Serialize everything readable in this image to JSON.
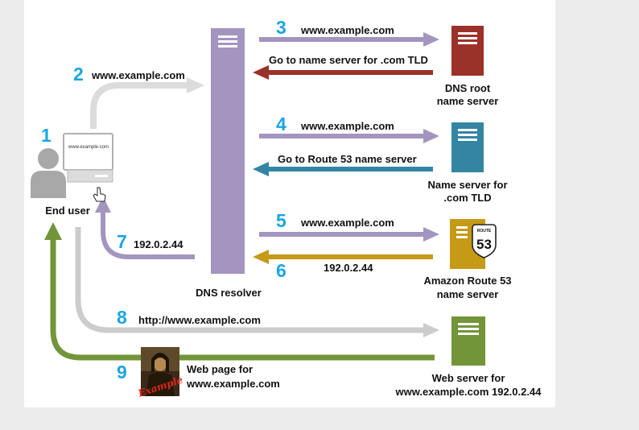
{
  "steps": {
    "s1": {
      "num": "1",
      "label": "End user"
    },
    "s2": {
      "num": "2",
      "label": "www.example.com"
    },
    "s3": {
      "num": "3",
      "label": "www.example.com",
      "reply": "Go to name server for .com TLD"
    },
    "s4": {
      "num": "4",
      "label": "www.example.com",
      "reply": "Go to Route 53 name server"
    },
    "s5": {
      "num": "5",
      "label": "www.example.com"
    },
    "s6": {
      "num": "6",
      "label": "192.0.2.44"
    },
    "s7": {
      "num": "7",
      "label": "192.0.2.44"
    },
    "s8": {
      "num": "8",
      "label": "http://www.example.com"
    },
    "s9": {
      "num": "9",
      "label_line1": "Web page for",
      "label_line2": "www.example.com"
    }
  },
  "nodes": {
    "browser_url": "www.example.com",
    "resolver": "DNS resolver",
    "dns_root": {
      "line1": "DNS root",
      "line2": "name server"
    },
    "tld": {
      "line1": "Name server for",
      "line2": ".com TLD"
    },
    "route53": {
      "line1": "Amazon Route 53",
      "line2": "name server",
      "badge_top": "ROUTE",
      "badge_num": "53"
    },
    "webserver": {
      "line1": "Web server for",
      "line2": "www.example.com 192.0.2.44"
    },
    "thumbnail_text": "Example"
  },
  "colors": {
    "step_number": "#1aa6e0",
    "resolver": "#a395bf",
    "dns_root": "#9b3229",
    "tld": "#3385a3",
    "route53": "#c49a16",
    "webserver": "#73953a",
    "user_grey": "#a8a8a8"
  },
  "icons": {
    "user": "user-silhouette-icon",
    "computer": "computer-monitor-icon",
    "cursor": "hand-cursor-icon",
    "server": "server-icon",
    "route53_badge": "route53-shield-icon"
  }
}
